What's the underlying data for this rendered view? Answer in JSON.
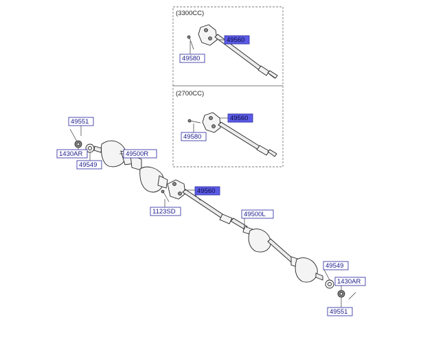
{
  "diagram": {
    "sections": [
      {
        "label": "(3300CC)"
      },
      {
        "label": "(2700CC)"
      }
    ],
    "part_numbers": {
      "shaft_3300": "49560",
      "bolt_3300": "49580",
      "shaft_2700": "49560",
      "bolt_2700": "49580",
      "shaft_main": "49560",
      "bolt_main": "1123SD",
      "right_joint": "49500R",
      "left_joint": "49500L",
      "pin_right": "49551",
      "nut_right": "1430AR",
      "washer_right": "49549",
      "washer_left": "49549",
      "nut_left": "1430AR",
      "pin_left": "49551"
    },
    "colors": {
      "label_text": "#1a1a8c",
      "highlight_fill": "#5a5ae6",
      "line": "#222222"
    }
  }
}
